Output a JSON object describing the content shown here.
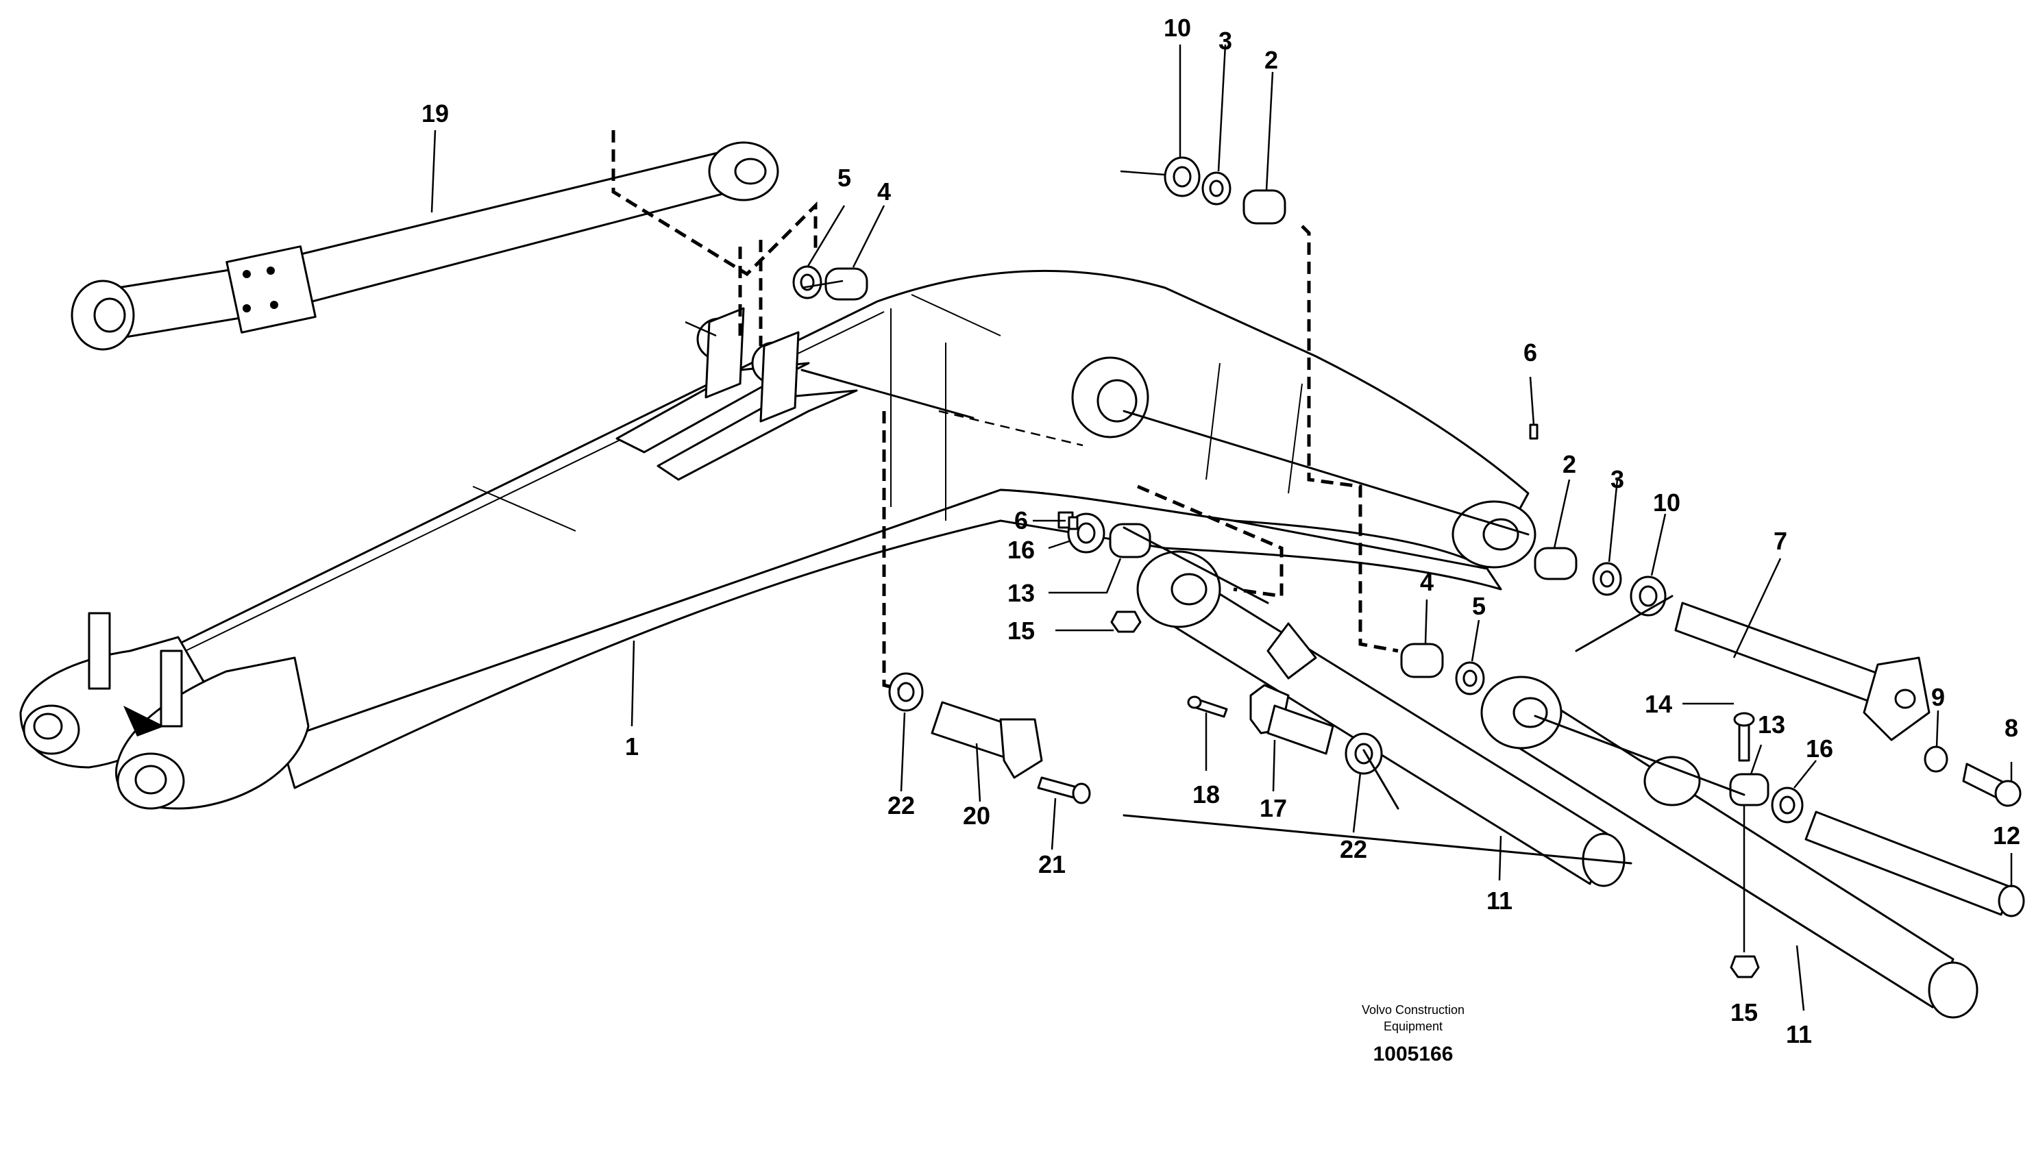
{
  "labels": [
    {
      "id": "l19",
      "text": "19"
    },
    {
      "id": "l5a",
      "text": "5"
    },
    {
      "id": "l4a",
      "text": "4"
    },
    {
      "id": "l10a",
      "text": "10"
    },
    {
      "id": "l3a",
      "text": "3"
    },
    {
      "id": "l2a",
      "text": "2"
    },
    {
      "id": "l6a",
      "text": "6"
    },
    {
      "id": "l2b",
      "text": "2"
    },
    {
      "id": "l3b",
      "text": "3"
    },
    {
      "id": "l10b",
      "text": "10"
    },
    {
      "id": "l7",
      "text": "7"
    },
    {
      "id": "l6b",
      "text": "6"
    },
    {
      "id": "l16a",
      "text": "16"
    },
    {
      "id": "l13a",
      "text": "13"
    },
    {
      "id": "l15a",
      "text": "15"
    },
    {
      "id": "l4b",
      "text": "4"
    },
    {
      "id": "l5b",
      "text": "5"
    },
    {
      "id": "l1",
      "text": "1"
    },
    {
      "id": "l22a",
      "text": "22"
    },
    {
      "id": "l20",
      "text": "20"
    },
    {
      "id": "l21",
      "text": "21"
    },
    {
      "id": "l18",
      "text": "18"
    },
    {
      "id": "l17",
      "text": "17"
    },
    {
      "id": "l22b",
      "text": "22"
    },
    {
      "id": "l11a",
      "text": "11"
    },
    {
      "id": "l14",
      "text": "14"
    },
    {
      "id": "l13b",
      "text": "13"
    },
    {
      "id": "l16b",
      "text": "16"
    },
    {
      "id": "l9",
      "text": "9"
    },
    {
      "id": "l8",
      "text": "8"
    },
    {
      "id": "l12",
      "text": "12"
    },
    {
      "id": "l15b",
      "text": "15"
    },
    {
      "id": "l11b",
      "text": "11"
    }
  ],
  "caption": {
    "line1": "Volvo Construction",
    "line2": "Equipment",
    "number": "1005166"
  }
}
